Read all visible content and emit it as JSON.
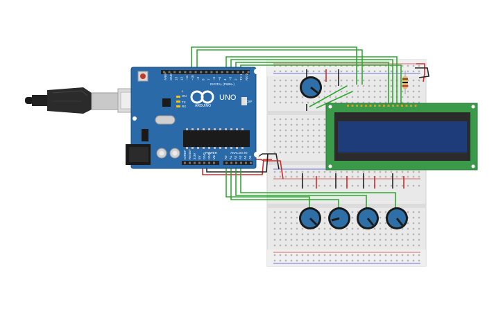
{
  "board": {
    "brand": "ARDUINO",
    "model": "UNO",
    "on_label": "ON",
    "digital_label": "DIGITAL (PWM~)",
    "power_label": "POWER",
    "analog_label": "ANALOG IN",
    "tx_label": "TX",
    "rx_label": "RX",
    "l_label": "L",
    "icsp_label": "ICSP",
    "power_pins": [
      "IOREF",
      "RESET",
      "3.3V",
      "5V",
      "GND",
      "GND",
      "Vin"
    ],
    "analog_pins": [
      "A0",
      "A1",
      "A2",
      "A3",
      "A4",
      "A5"
    ],
    "digital_pins_top": [
      "AREF",
      "GND",
      "13",
      "12",
      "~11",
      "~10",
      "~9",
      "8",
      "7",
      "~6",
      "~5",
      "4",
      "~3",
      "2",
      "TX 1",
      "RX 0"
    ]
  },
  "colors": {
    "board": "#2a6aa8",
    "wire_green": "#2ea82e",
    "wire_red": "#d12a2a",
    "wire_black": "#222222",
    "lcd_pcb": "#3a9a4a",
    "lcd_screen": "#1e3b7a",
    "breadboard": "#e8e8e8",
    "knob": "#2f6fa7"
  },
  "icons": [
    "usb-cable-icon",
    "potentiometer-icon",
    "lcd-16x2-icon",
    "breadboard-icon",
    "arduino-uno-icon"
  ]
}
